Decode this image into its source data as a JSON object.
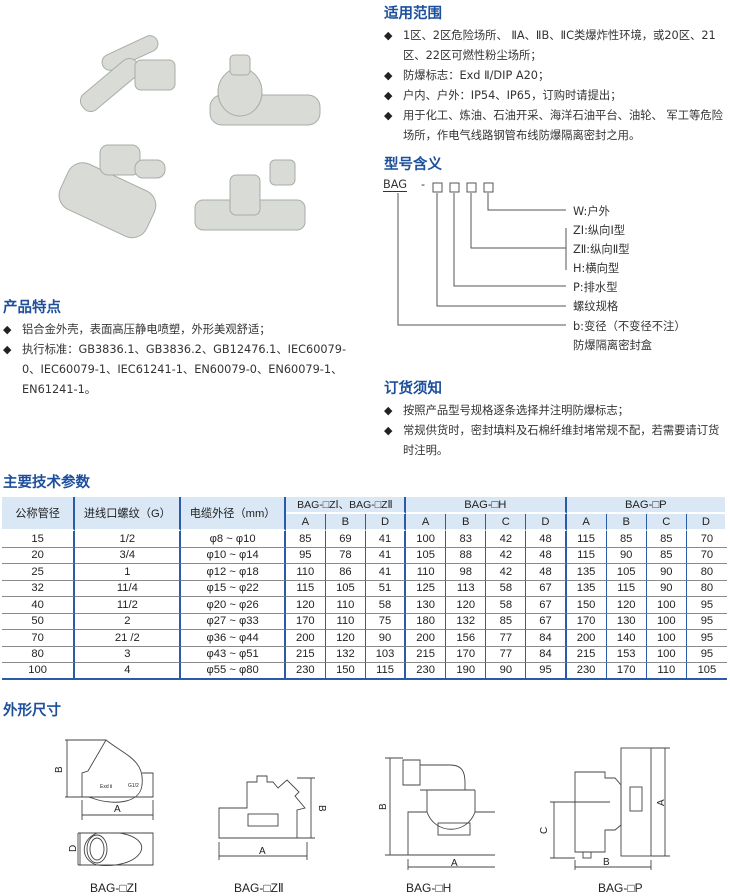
{
  "scope": {
    "title": "适用范围",
    "items": [
      "1区、2区危险场所、 ⅡA、ⅡB、ⅡC类爆炸性环境，或20区、21区、22区可燃性粉尘场所；",
      "防爆标志：Exd Ⅱ/DIP A20；",
      "户内、户外：IP54、IP65，订购时请提出；",
      "用于化工、炼油、石油开采、海洋石油平台、油轮、 军工等危险场所，作电气线路钢管布线防爆隔离密封之用。"
    ]
  },
  "features": {
    "title": "产品特点",
    "items": [
      "铝合金外壳，表面高压静电喷塑，外形美观舒适；",
      "执行标准：GB3836.1、GB3836.2、GB12476.1、IEC60079-0、IEC60079-1、IEC61241-1、EN60079-0、EN60079-1、EN61241-1。"
    ]
  },
  "model": {
    "title": "型号含义",
    "prefix": "BAG",
    "dash": "-",
    "labels": [
      "W:户外",
      "ZⅠ:纵向Ⅰ型",
      "ZⅡ:纵向Ⅱ型",
      "H:横向型",
      "P:排水型",
      "螺纹规格",
      "b:变径（不变径不注）",
      "防爆隔离密封盒"
    ]
  },
  "ordering": {
    "title": "订货须知",
    "items": [
      "按照产品型号规格逐条选择并注明防爆标志；",
      "常规供货时，密封填料及石棉纤维封堵常规不配，若需要请订货时注明。"
    ]
  },
  "specs": {
    "title": "主要技术参数",
    "headers": {
      "nominal": "公称管径",
      "thread": "进线口螺纹（G）",
      "cable": "电缆外径（mm）",
      "groupZ": "BAG-□ZⅠ、BAG-□ZⅡ",
      "groupH": "BAG-□H",
      "groupP": "BAG-□P",
      "subZ": [
        "A",
        "B",
        "D"
      ],
      "subH": [
        "A",
        "B",
        "C",
        "D"
      ],
      "subP": [
        "A",
        "B",
        "C",
        "D"
      ]
    },
    "rows": [
      [
        "15",
        "1/2",
        "φ8 ~ φ10",
        "85",
        "69",
        "41",
        "100",
        "83",
        "42",
        "48",
        "115",
        "85",
        "85",
        "70"
      ],
      [
        "20",
        "3/4",
        "φ10 ~ φ14",
        "95",
        "78",
        "41",
        "105",
        "88",
        "42",
        "48",
        "115",
        "90",
        "85",
        "70"
      ],
      [
        "25",
        "1",
        "φ12 ~ φ18",
        "110",
        "86",
        "41",
        "110",
        "98",
        "42",
        "48",
        "135",
        "105",
        "90",
        "80"
      ],
      [
        "32",
        "11/4",
        "φ15 ~ φ22",
        "115",
        "105",
        "51",
        "125",
        "113",
        "58",
        "67",
        "135",
        "115",
        "90",
        "80"
      ],
      [
        "40",
        "11/2",
        "φ20 ~ φ26",
        "120",
        "110",
        "58",
        "130",
        "120",
        "58",
        "67",
        "150",
        "120",
        "100",
        "95"
      ],
      [
        "50",
        "2",
        "φ27 ~ φ33",
        "170",
        "110",
        "75",
        "180",
        "132",
        "85",
        "67",
        "170",
        "130",
        "100",
        "95"
      ],
      [
        "70",
        "21 /2",
        "φ36 ~ φ44",
        "200",
        "120",
        "90",
        "200",
        "156",
        "77",
        "84",
        "200",
        "140",
        "100",
        "95"
      ],
      [
        "80",
        "3",
        "φ43 ~ φ51",
        "215",
        "132",
        "103",
        "215",
        "170",
        "77",
        "84",
        "215",
        "153",
        "100",
        "95"
      ],
      [
        "100",
        "4",
        "φ55 ~ φ80",
        "230",
        "150",
        "115",
        "230",
        "190",
        "90",
        "95",
        "230",
        "170",
        "110",
        "105"
      ]
    ]
  },
  "dimensions": {
    "title": "外形尺寸",
    "diagrams": [
      {
        "caption": "BAG-□ZⅠ",
        "labels": {
          "a": "A",
          "b": "B",
          "d": "D",
          "mark": "Exd Ⅱ",
          "thread": "G1/2"
        }
      },
      {
        "caption": "BAG-□ZⅡ",
        "labels": {
          "a": "A",
          "b": "B"
        }
      },
      {
        "caption": "BAG-□H",
        "labels": {
          "a": "A",
          "b": "B"
        }
      },
      {
        "caption": "BAG-□P",
        "labels": {
          "a": "A",
          "b": "B",
          "c": "C"
        }
      }
    ]
  }
}
